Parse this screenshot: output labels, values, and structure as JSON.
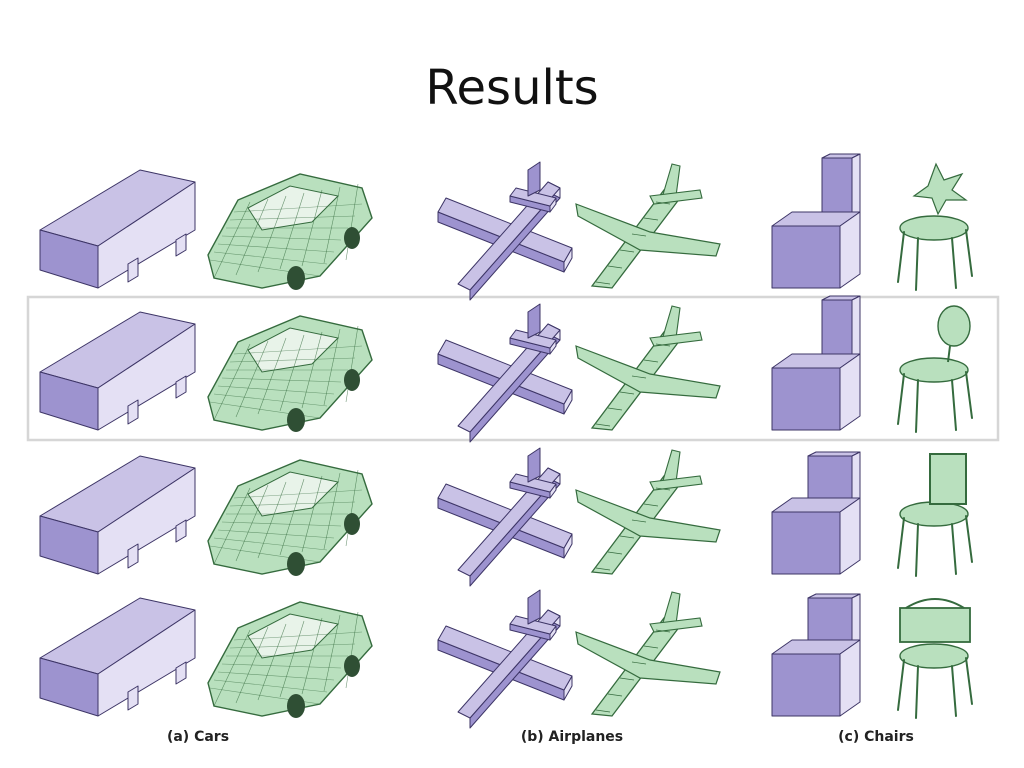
{
  "slide": {
    "title": "Results"
  },
  "captions": {
    "cars": "(a) Cars",
    "airplanes": "(b) Airplanes",
    "chairs": "(c) Chairs"
  },
  "colors": {
    "box_top": "#c9c2e6",
    "box_front": "#9d93cf",
    "box_side": "#e4e0f4",
    "box_edge": "#3d3566",
    "mesh_fill": "#b9e0be",
    "mesh_dark": "#356b3e",
    "highlight_border": "#d6d6d6"
  },
  "figure": {
    "categories": [
      "cars",
      "airplanes",
      "chairs"
    ],
    "rows": 4,
    "highlighted_row": 2,
    "cell_types": [
      "proxy-boxes",
      "mesh-model"
    ]
  }
}
